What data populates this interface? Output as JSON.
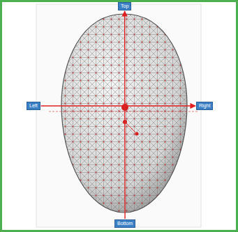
{
  "diagram": {
    "nodes": [
      {
        "text": [
          "Top"
        ]
      },
      {
        "text": [
          "Left"
        ]
      },
      {
        "text": [
          "Right"
        ]
      },
      {
        "text": [
          "Bottom"
        ]
      }
    ],
    "edges": [
      {
        "from": 3,
        "to": 0,
        "arrow": "to"
      },
      {
        "from": 1,
        "to": 2,
        "arrow": "to"
      }
    ]
  }
}
